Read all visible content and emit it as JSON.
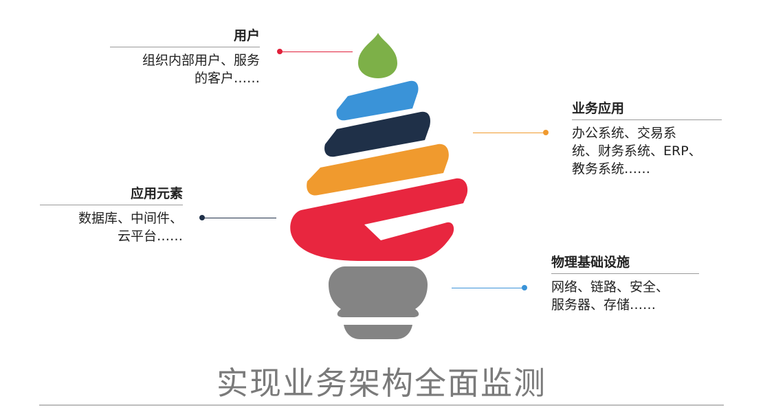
{
  "colors": {
    "drop": "#7db048",
    "layer_blue": "#3a93d8",
    "layer_navy": "#1f3048",
    "layer_orange": "#f09a2e",
    "layer_red": "#e8263f",
    "base_gray": "#848484",
    "accent_red": "#e0203a",
    "accent_orange": "#f09a2e",
    "accent_navy": "#1f3048",
    "accent_blue": "#3a93d8"
  },
  "user": {
    "title": "用户",
    "desc_line1": "组织内部用户、服务",
    "desc_line2": "的客户……"
  },
  "business": {
    "title": "业务应用",
    "desc_line1": "办公系统、交易系",
    "desc_line2": "统、财务系统、ERP、",
    "desc_line3": "教务系统……"
  },
  "elements": {
    "title": "应用元素",
    "desc_line1": "数据库、中间件、",
    "desc_line2": "云平台……"
  },
  "physical": {
    "title": "物理基础设施",
    "desc_line1": "网络、链路、安全、",
    "desc_line2": "服务器、存储……"
  },
  "main_title": "实现业务架构全面监测"
}
